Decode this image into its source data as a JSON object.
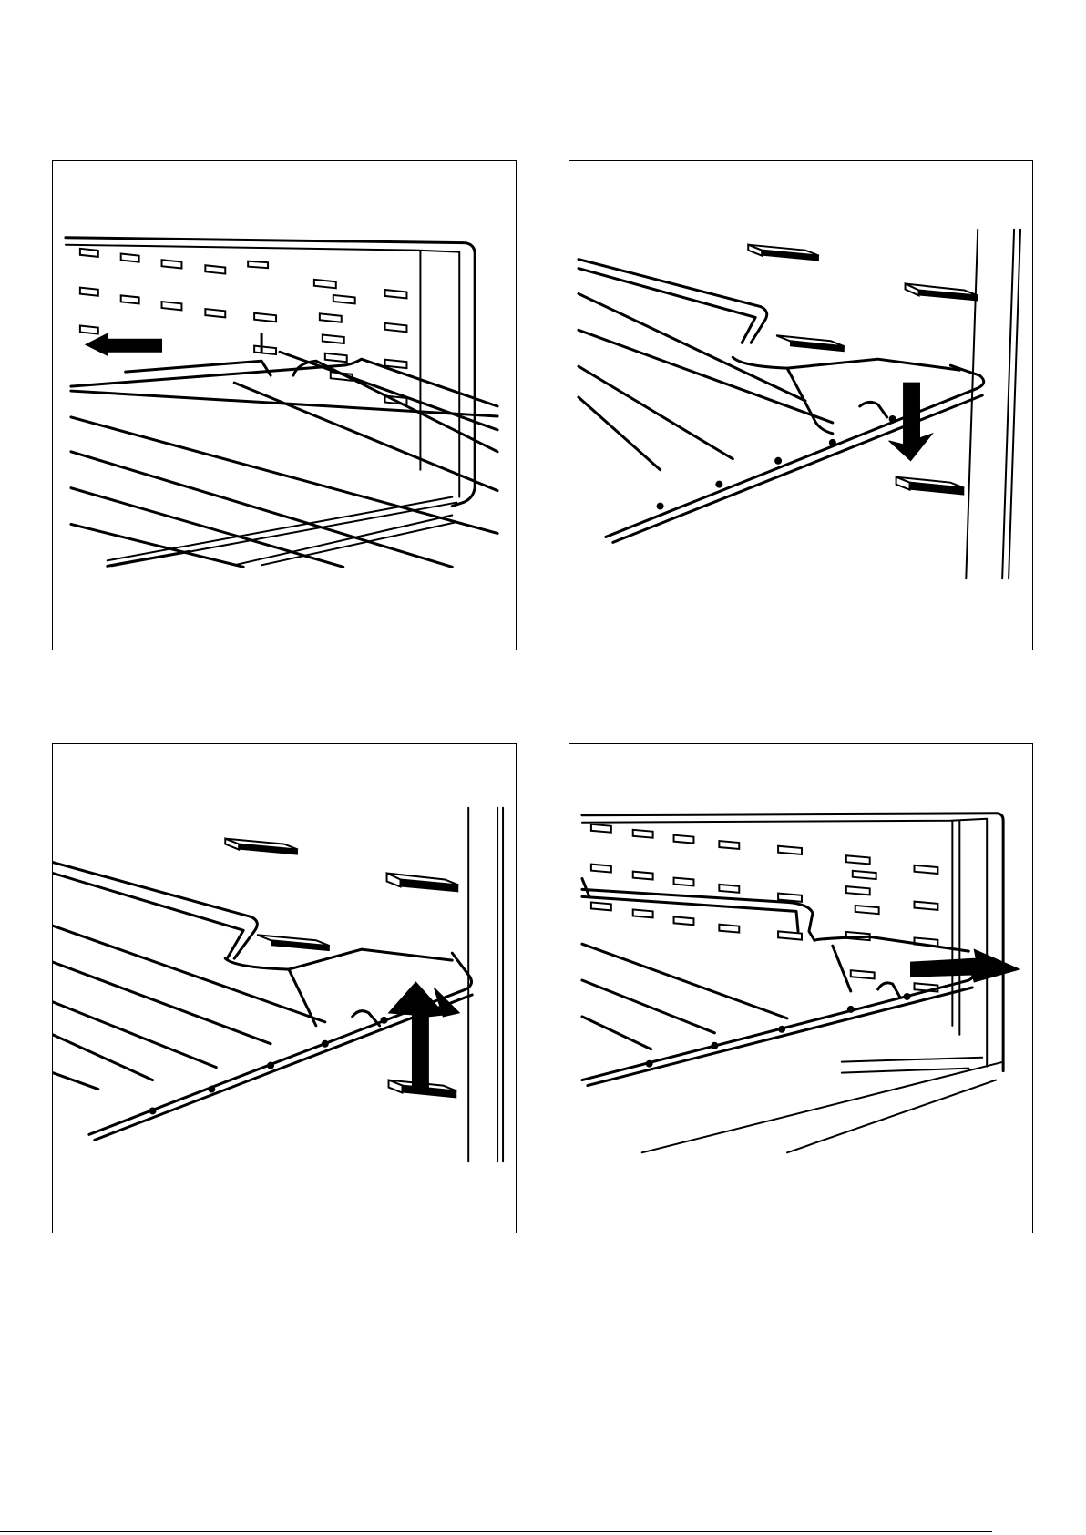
{
  "document": {
    "figures": [
      {
        "id": "figure-1",
        "arrow_direction": "left"
      },
      {
        "id": "figure-2",
        "arrow_direction": "down"
      },
      {
        "id": "figure-3",
        "arrow_direction": "up"
      },
      {
        "id": "figure-4",
        "arrow_direction": "right"
      }
    ]
  },
  "colors": {
    "ink": "#000000",
    "paper": "#ffffff"
  }
}
